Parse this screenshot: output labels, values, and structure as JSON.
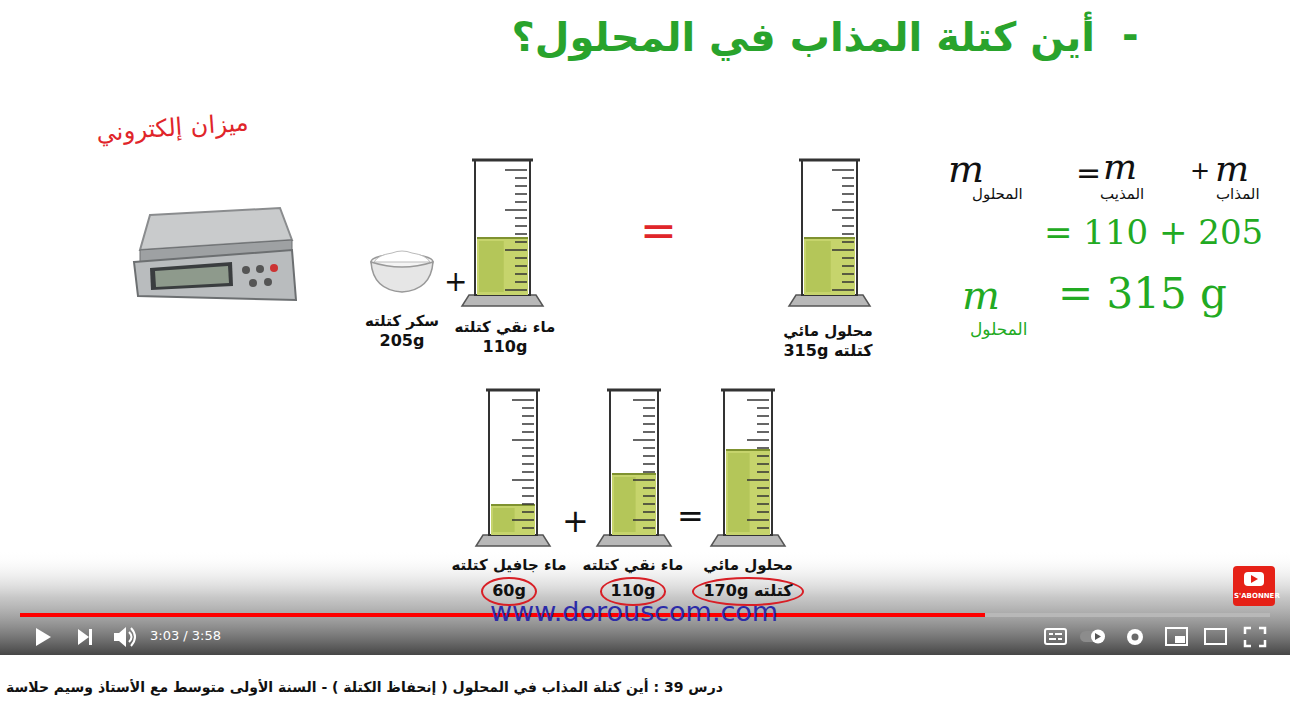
{
  "diagram": {
    "title": "أين كتلة المذاب في المحلول؟",
    "caption": "درس 39 : أين كتلة المذاب في المحلول ( إنحفاظ الكتلة ) - السنة الأولى متوسط مع الأستاذ وسيم حلاسة",
    "nodes": [
      {
        "text": [
          "سكر كتلته",
          "205g"
        ]
      },
      {
        "text": [
          "ماء نقي كتلته",
          "110g"
        ]
      },
      {
        "text": [
          "محلول مائي",
          "كتلته 315g"
        ]
      },
      {
        "text": [
          "ماء جافيل كتلته",
          "60g"
        ]
      },
      {
        "text": [
          "ماء نقي كتلته",
          "110g"
        ]
      },
      {
        "text": [
          "محلول مائي",
          "كتلته 170g"
        ]
      }
    ],
    "labels": [
      "-",
      "ميزان إلكتروني",
      "+",
      "=",
      "+",
      "=",
      "m",
      "المحلول",
      "=",
      "m",
      "المذيب",
      "+",
      "m",
      "المذاب",
      "= 110 + 205",
      "m",
      "المحلول",
      "= 315 g",
      "www.dorouscom.com",
      "S'ABONNER",
      "3:03 / 3:58"
    ]
  }
}
